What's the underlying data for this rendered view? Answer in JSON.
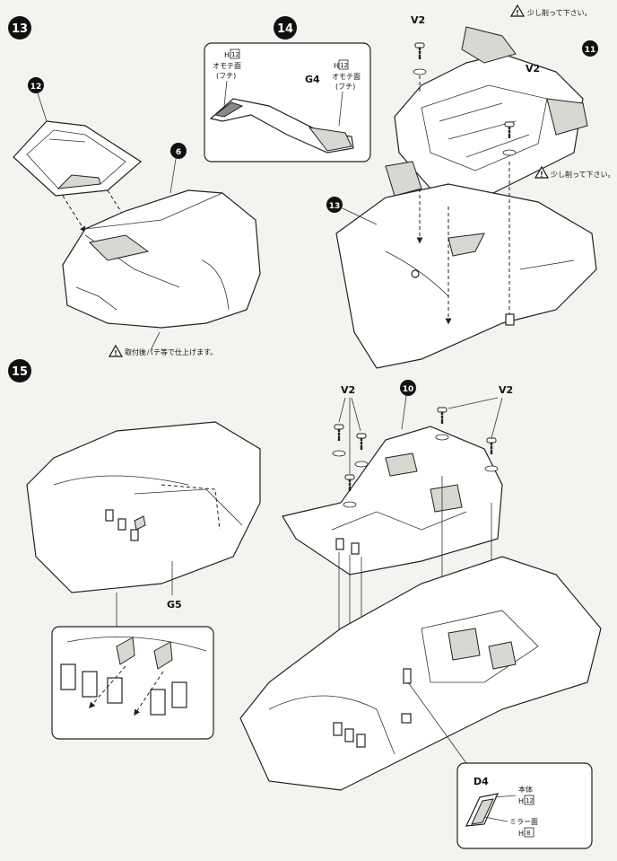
{
  "steps": [
    {
      "number": "13",
      "callouts": {
        "hood": "12",
        "body": "6"
      },
      "note": "取付後パテ等で仕上げます。"
    },
    {
      "number": "14",
      "inset": {
        "part": "G4",
        "h12": "12",
        "h_prefix": "H",
        "left_label": "オモテ面",
        "left_sub": "(フチ)",
        "right_label": "オモテ面",
        "right_sub": "(フチ)"
      },
      "screw": "V2",
      "screw_right": "V2",
      "callout_top": "11",
      "callout_body": "13",
      "note_top": "少し削って下さい。",
      "note_right": "少し削って下さい。"
    },
    {
      "number": "15",
      "part_label": "G5",
      "callout_chassis": "10",
      "screw_left": "V2",
      "screw_right": "V2",
      "inset": {
        "part": "D4",
        "body_label": "本体",
        "body_h": "12",
        "mirror_label": "ミラー面",
        "mirror_h": "8",
        "h_prefix": "H"
      }
    }
  ]
}
